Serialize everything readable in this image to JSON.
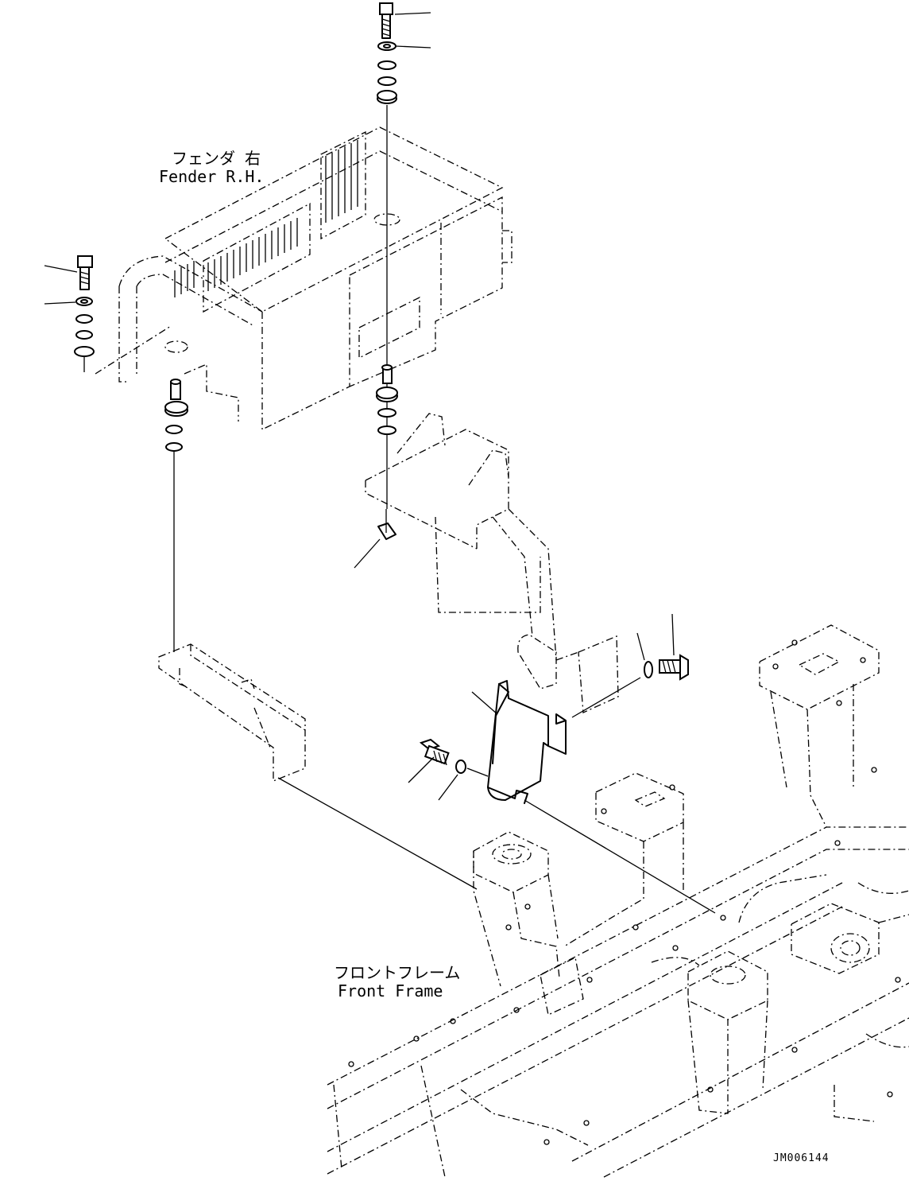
{
  "labels": {
    "fender_jp": "フェンダ 右",
    "fender_en": "Fender R.H.",
    "frame_jp": "フロントフレーム",
    "frame_en": "Front Frame",
    "drawing_no": "JM006144"
  },
  "colors": {
    "ink": "#000000",
    "paper": "#ffffff"
  }
}
